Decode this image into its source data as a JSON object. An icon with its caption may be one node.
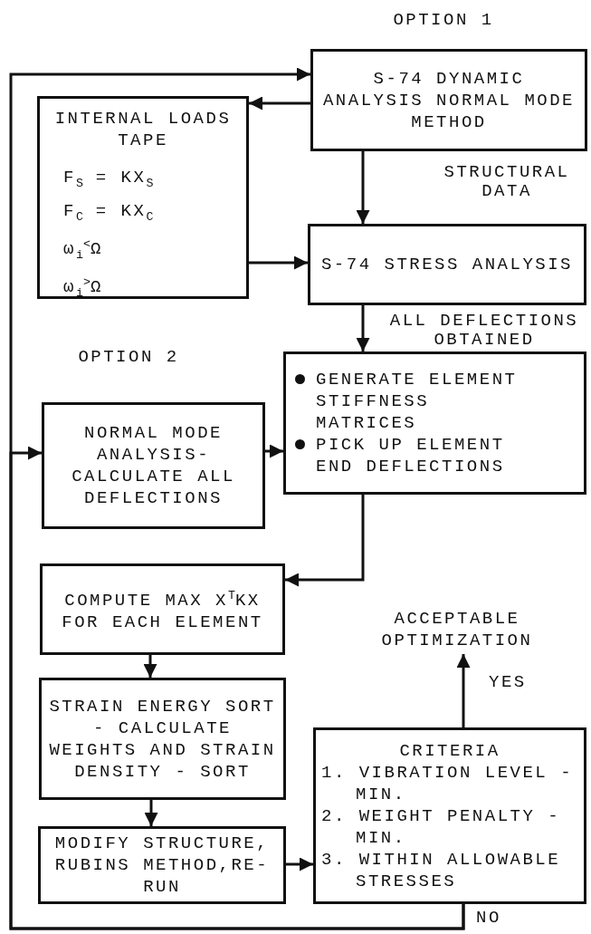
{
  "diagram": {
    "nodes": [
      {
        "text": [
          "S-74 DYNAMIC ANALYSIS NORMAL MODE METHOD"
        ]
      },
      {
        "text": [
          "INTERNAL LOADS TAPE",
          "F$_{S}$ = KX$_{S}$",
          "F$_{C}$ = KX$_{C}$",
          "ω$_{i}$$^{<}$Ω",
          "ω$_{i}$$^{>}$Ω"
        ]
      },
      {
        "text": [
          "S-74 STRESS ANALYSIS"
        ]
      },
      {
        "text": [
          "NORMAL MODE ANALYSIS- CALCULATE ALL DEFLECTIONS"
        ]
      },
      {
        "text": [
          "GENERATE ELEMENT STIFFNESS MATRICES",
          "PICK UP ELEMENT END DEFLECTIONS"
        ]
      },
      {
        "text": [
          "COMPUTE MAX X$^{T}$KX FOR EACH ELEMENT"
        ]
      },
      {
        "text": [
          "STRAIN ENERGY SORT - CALCULATE WEIGHTS AND STRAIN DENSITY - SORT"
        ]
      },
      {
        "text": [
          "MODIFY STRUCTURE, RUBINS METHOD,RE- RUN"
        ]
      },
      {
        "text": [
          "CRITERIA",
          "1. VIBRATION LEVEL - MIN.",
          "2. WEIGHT PENALTY - MIN.",
          "3. WITHIN ALLOWABLE STRESSES"
        ]
      },
      {
        "text": [
          "ACCEPTABLE OPTIMIZATION"
        ]
      }
    ],
    "edges": [
      {
        "from": 0,
        "to": 1,
        "arrow": "to"
      },
      {
        "from": 0,
        "to": 2,
        "arrow": "to",
        "label": "STRUCTURAL DATA"
      },
      {
        "from": 1,
        "to": 2,
        "arrow": "to"
      },
      {
        "from": 2,
        "to": 4,
        "arrow": "to",
        "label": "ALL DEFLECTIONS OBTAINED"
      },
      {
        "from": 3,
        "to": 4,
        "arrow": "to"
      },
      {
        "from": 4,
        "to": 5,
        "arrow": "to"
      },
      {
        "from": 5,
        "to": 6,
        "arrow": "to"
      },
      {
        "from": 6,
        "to": 7,
        "arrow": "to"
      },
      {
        "from": 7,
        "to": 8,
        "arrow": "to"
      },
      {
        "from": 8,
        "to": 9,
        "arrow": "to",
        "label": "YES"
      },
      {
        "from": 8,
        "to": 0,
        "arrow": "to",
        "label": "NO"
      },
      {
        "from": 8,
        "to": 3,
        "arrow": "to"
      }
    ],
    "labels": [
      "OPTION 1",
      "OPTION 2"
    ]
  }
}
